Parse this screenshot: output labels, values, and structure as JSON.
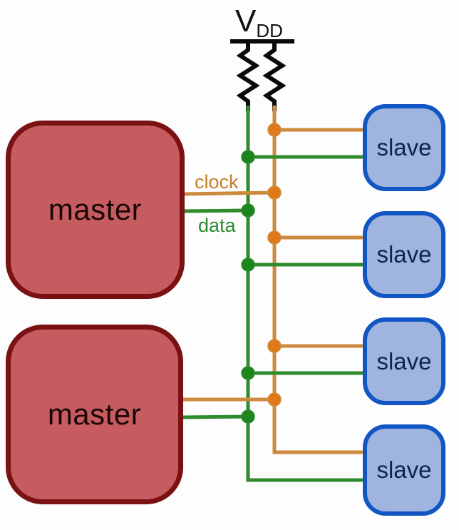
{
  "power": {
    "label_main": "V",
    "label_sub": "DD"
  },
  "bus_labels": {
    "clock": "clock",
    "data": "data"
  },
  "blocks": {
    "masters": [
      {
        "label": "master"
      },
      {
        "label": "master"
      }
    ],
    "slaves": [
      {
        "label": "slave"
      },
      {
        "label": "slave"
      },
      {
        "label": "slave"
      },
      {
        "label": "slave"
      }
    ]
  },
  "colors": {
    "clock": "#CD8A3E",
    "clock_dot": "#E07A18",
    "clock_text": "#C67E2A",
    "data": "#2E8B2E",
    "data_dot": "#1C851C",
    "data_text": "#2E8B2E",
    "master_fill": "#C65C5F",
    "master_border": "#7A1113",
    "master_text": "#1A0606",
    "slave_fill": "#9FB4DE",
    "slave_border": "#1256C4",
    "slave_text": "#0F2450",
    "resistor": "#0A0A0A"
  }
}
